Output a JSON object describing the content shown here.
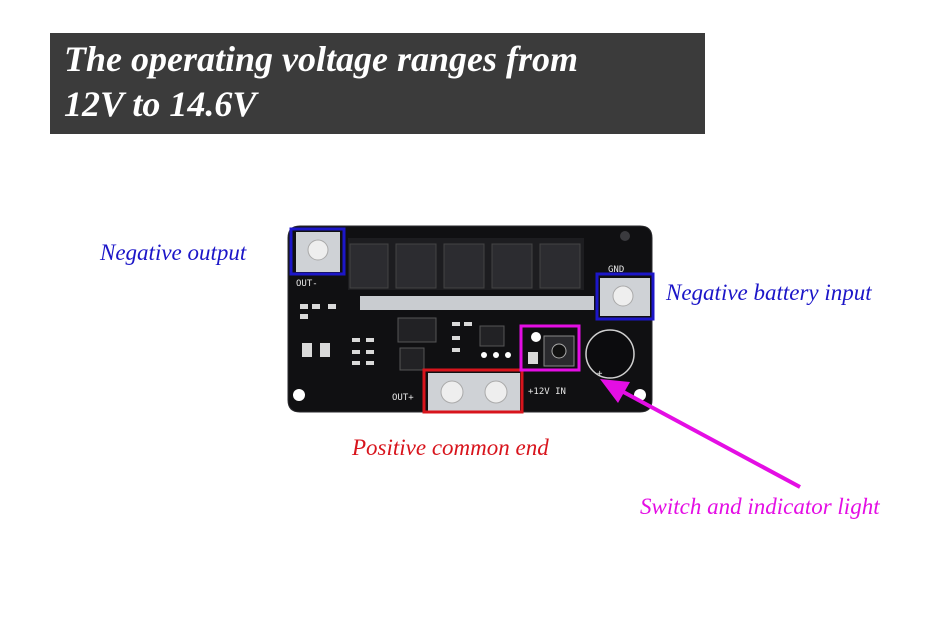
{
  "title": {
    "line1": "The operating voltage ranges from",
    "line2": "12V to 14.6V"
  },
  "labels": {
    "negative_output": "Negative output",
    "negative_battery_input": "Negative battery input",
    "positive_common_end": "Positive common end",
    "switch_indicator": "Switch and indicator light"
  },
  "board_silkscreen": {
    "out_minus": "OUT-",
    "out_plus": "OUT+",
    "gnd": "GND",
    "v_in": "+12V IN",
    "plus_mark": "+"
  },
  "colors": {
    "title_background": "#3b3b3b",
    "title_text": "#ffffff",
    "negative_blue": "#1c16c8",
    "positive_red": "#d8141c",
    "switch_magenta": "#e40ee4",
    "pcb_black": "#101012"
  }
}
